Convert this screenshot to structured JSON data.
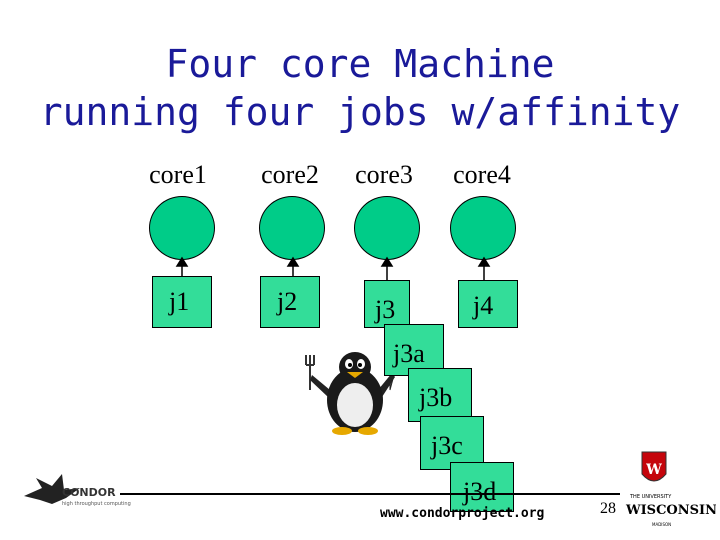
{
  "title_line1": "Four core Machine",
  "title_line2": "running four jobs w/affinity",
  "cores": [
    {
      "label": "core1"
    },
    {
      "label": "core2"
    },
    {
      "label": "core3"
    },
    {
      "label": "core4"
    }
  ],
  "jobs": {
    "j1": "j1",
    "j2": "j2",
    "j3": "j3",
    "j4": "j4",
    "j3a": "j3a",
    "j3b": "j3b",
    "j3c": "j3c",
    "j3d": "j3d"
  },
  "footer": {
    "url": "www.condorproject.org",
    "page_number": "28",
    "logo_left": "CONDOR",
    "logo_left_tagline": "high throughput computing",
    "logo_right_top": "THE UNIVERSITY",
    "logo_right_main": "WISCONSIN",
    "logo_right_bottom": "MADISON",
    "crest_letter": "W"
  },
  "colors": {
    "title": "#1a1a99",
    "core_fill": "#00cc88",
    "job_fill": "#33dd99",
    "wisconsin_red": "#c5050c"
  }
}
